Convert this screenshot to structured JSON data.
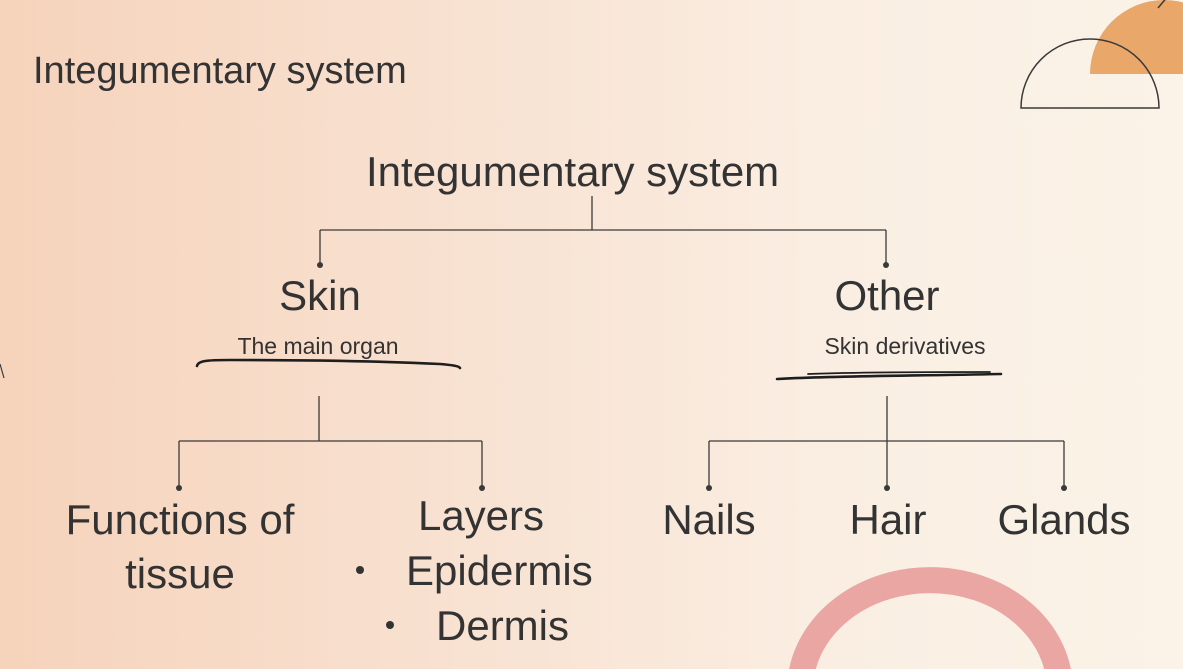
{
  "slide": {
    "title": "Integumentary system"
  },
  "diagram": {
    "root": "Integumentary system",
    "branches": [
      {
        "label": "Skin",
        "note": "The main organ",
        "children": [
          {
            "label_line1": "Functions of",
            "label_line2": "tissue"
          },
          {
            "label": "Layers",
            "bullets": [
              "Epidermis",
              "Dermis"
            ]
          }
        ]
      },
      {
        "label": "Other",
        "note": "Skin derivatives",
        "children": [
          {
            "label": "Nails"
          },
          {
            "label": "Hair"
          },
          {
            "label": "Glands"
          }
        ]
      }
    ]
  },
  "colors": {
    "line": "#3a3a3a",
    "accent_orange": "#eaa76a",
    "accent_pink": "#e9a6a2",
    "background_left": "#f6d3bb",
    "background_right": "#fbf3e8"
  }
}
